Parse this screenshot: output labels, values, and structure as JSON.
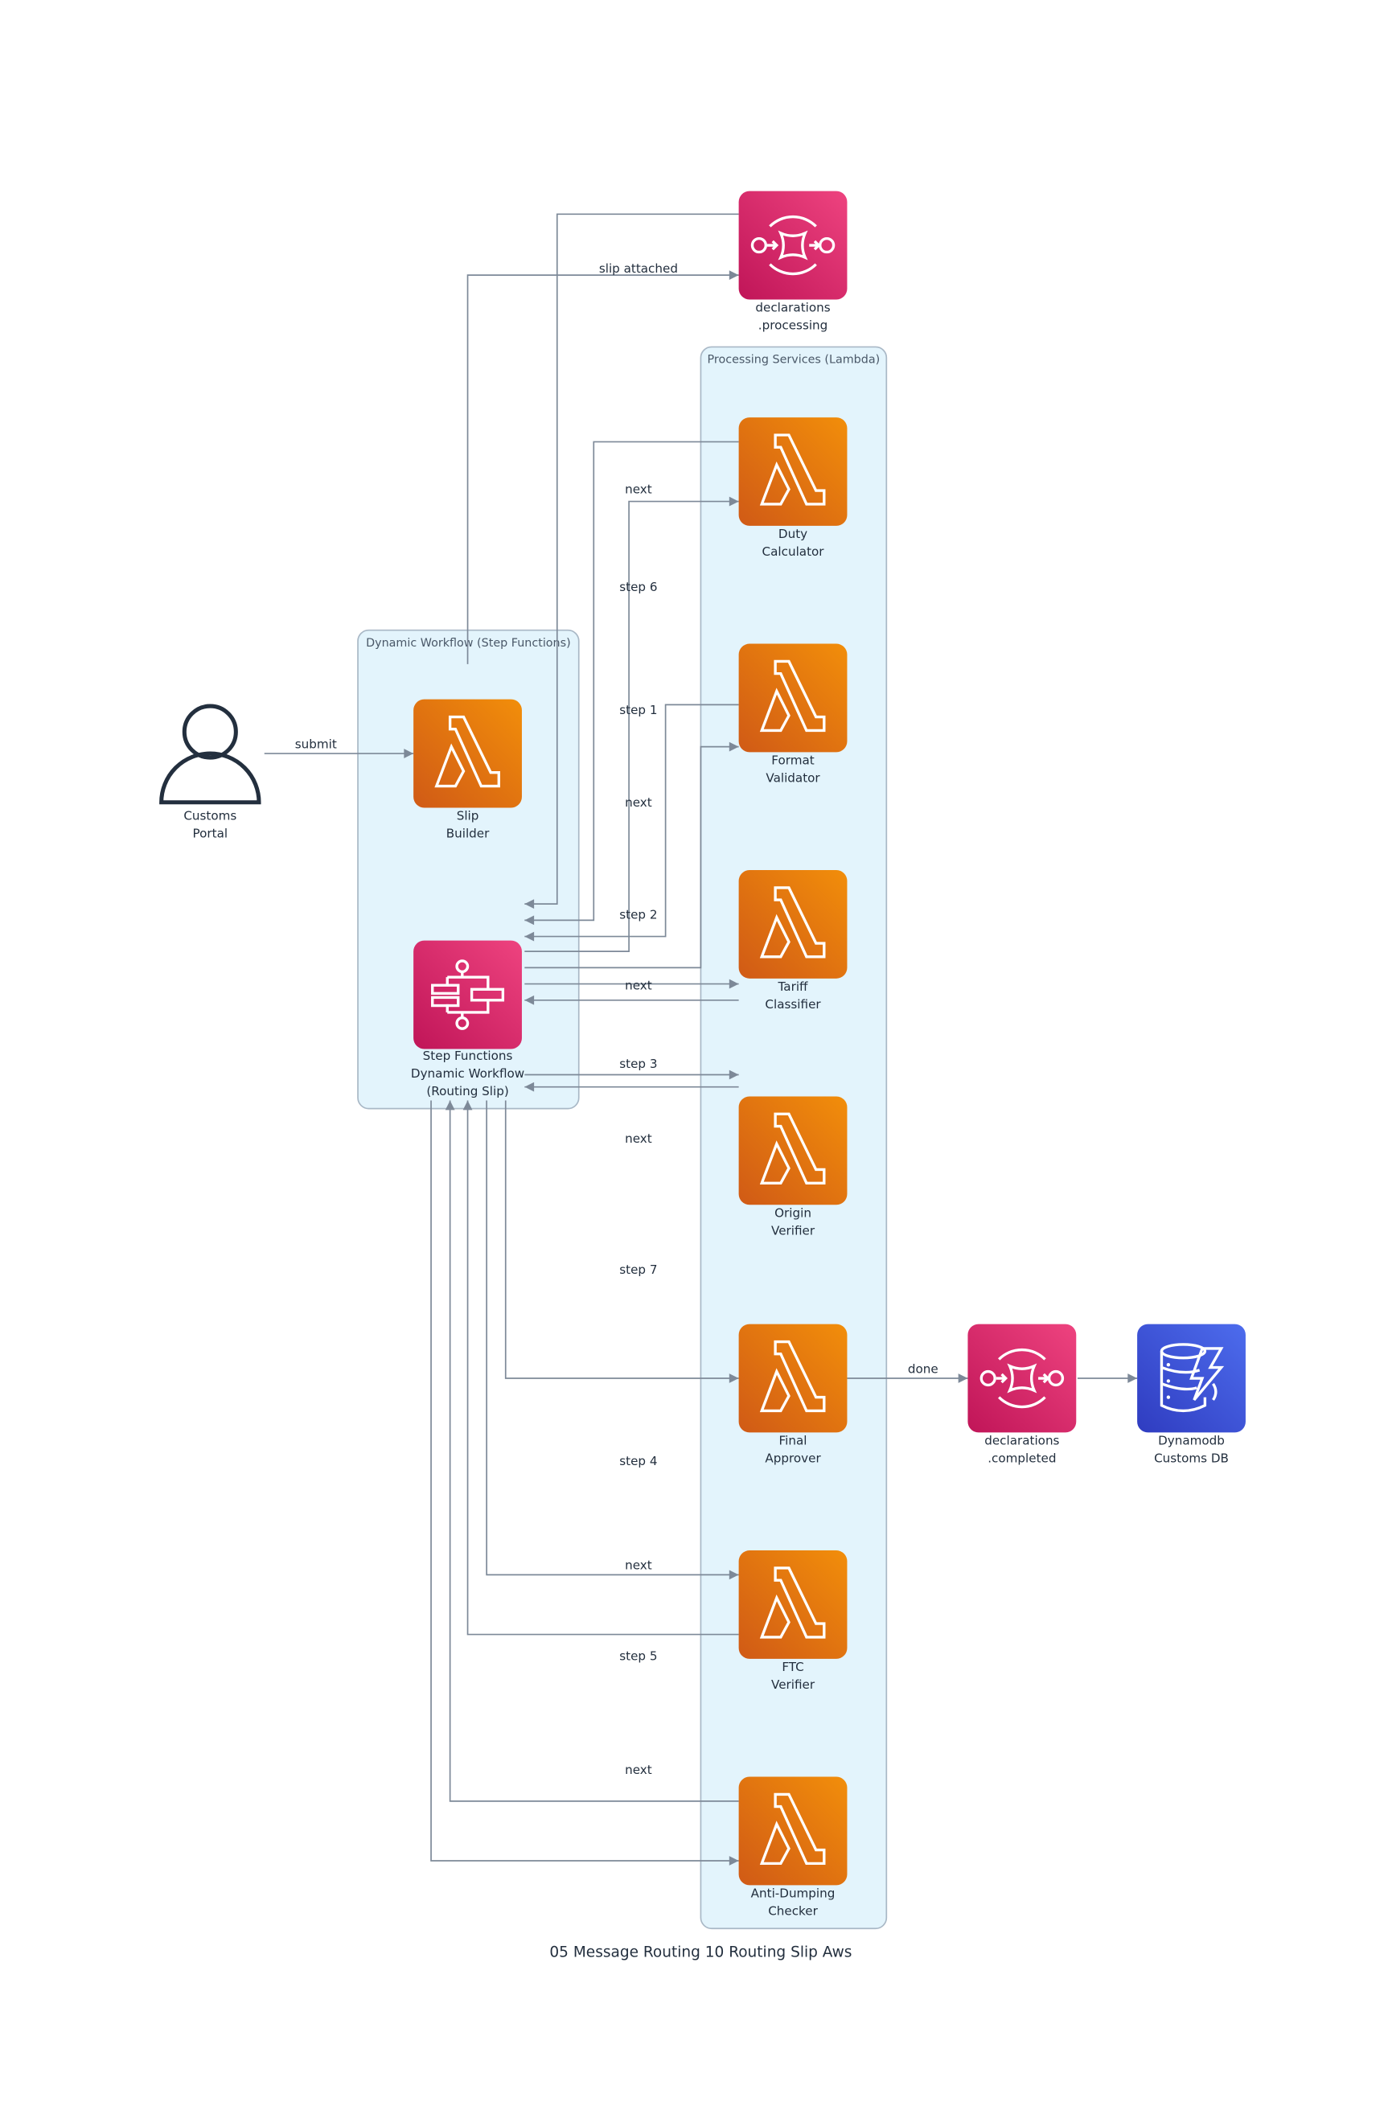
{
  "title": "05 Message Routing 10 Routing Slip Aws",
  "colors": {
    "lambda": "#e4740f",
    "queue": "#d6336c",
    "step_functions": "#d6336c",
    "dynamodb": "#3b4fd6",
    "group_fill": "#e3f4fc",
    "edge": "#7d8998"
  },
  "groups": {
    "dynamic_workflow": "Dynamic Workflow (Step Functions)",
    "processing_services": "Processing Services (Lambda)"
  },
  "nodes": {
    "customs_portal": {
      "line1": "Customs",
      "line2": "Portal",
      "icon": "user-icon"
    },
    "slip_builder": {
      "line1": "Slip",
      "line2": "Builder",
      "icon": "lambda-icon"
    },
    "step_functions": {
      "line1": "Step Functions",
      "line2": "Dynamic Workflow",
      "line3": "(Routing Slip)",
      "icon": "step-functions-icon"
    },
    "declarations_processing": {
      "line1": "declarations",
      "line2": ".processing",
      "icon": "sqs-queue-icon"
    },
    "duty_calculator": {
      "line1": "Duty",
      "line2": "Calculator",
      "icon": "lambda-icon"
    },
    "format_validator": {
      "line1": "Format",
      "line2": "Validator",
      "icon": "lambda-icon"
    },
    "tariff_classifier": {
      "line1": "Tariff",
      "line2": "Classifier",
      "icon": "lambda-icon"
    },
    "origin_verifier": {
      "line1": "Origin",
      "line2": "Verifier",
      "icon": "lambda-icon"
    },
    "final_approver": {
      "line1": "Final",
      "line2": "Approver",
      "icon": "lambda-icon"
    },
    "ftc_verifier": {
      "line1": "FTC",
      "line2": "Verifier",
      "icon": "lambda-icon"
    },
    "anti_dumping_checker": {
      "line1": "Anti-Dumping",
      "line2": "Checker",
      "icon": "lambda-icon"
    },
    "declarations_completed": {
      "line1": "declarations",
      "line2": ".completed",
      "icon": "sqs-queue-icon"
    },
    "customs_db": {
      "line1": "Dynamodb",
      "line2": "Customs DB",
      "icon": "dynamodb-icon"
    }
  },
  "edge_labels": {
    "submit": "submit",
    "slip_attached": "slip attached",
    "next_duty": "next",
    "step6": "step 6",
    "step1": "step 1",
    "next_format": "next",
    "step2": "step 2",
    "next_tariff": "next",
    "step3": "step 3",
    "next_origin": "next",
    "step7": "step 7",
    "done": "done",
    "step4": "step 4",
    "next_ftc": "next",
    "step5": "step 5",
    "next_antidumping": "next"
  }
}
